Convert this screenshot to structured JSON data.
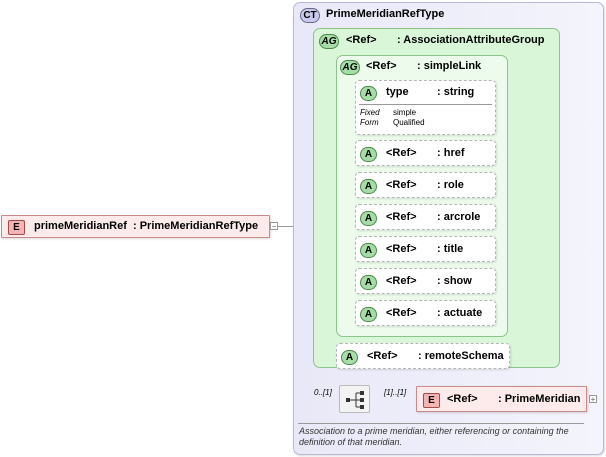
{
  "root_element": {
    "badge": "E",
    "name": "primeMeridianRef",
    "type": ": PrimeMeridianRefType"
  },
  "complex_type": {
    "badge": "CT",
    "name": "PrimeMeridianRefType"
  },
  "association_group": {
    "badge": "AG",
    "ref": "<Ref>",
    "name": ": AssociationAttributeGroup"
  },
  "simple_link_group": {
    "badge": "AG",
    "ref": "<Ref>",
    "name": ": simpleLink"
  },
  "type_attribute": {
    "badge": "A",
    "name": "type",
    "type": ": string",
    "fixed_label": "Fixed",
    "fixed_value": "simple",
    "form_label": "Form",
    "form_value": "Qualified"
  },
  "link_attributes": [
    {
      "badge": "A",
      "ref": "<Ref>",
      "name": ": href"
    },
    {
      "badge": "A",
      "ref": "<Ref>",
      "name": ": role"
    },
    {
      "badge": "A",
      "ref": "<Ref>",
      "name": ": arcrole"
    },
    {
      "badge": "A",
      "ref": "<Ref>",
      "name": ": title"
    },
    {
      "badge": "A",
      "ref": "<Ref>",
      "name": ": show"
    },
    {
      "badge": "A",
      "ref": "<Ref>",
      "name": ": actuate"
    }
  ],
  "remote_schema": {
    "badge": "A",
    "ref": "<Ref>",
    "name": ": remoteSchema"
  },
  "choice": {
    "min_occurs": "0..[1]",
    "child_occurs": "[1]..[1]"
  },
  "child_element": {
    "badge": "E",
    "ref": "<Ref>",
    "name": ": PrimeMeridian",
    "expand": "+"
  },
  "collapse_symbol": "−",
  "description": "Association to a prime meridian, either referencing or containing the definition of that meridian."
}
